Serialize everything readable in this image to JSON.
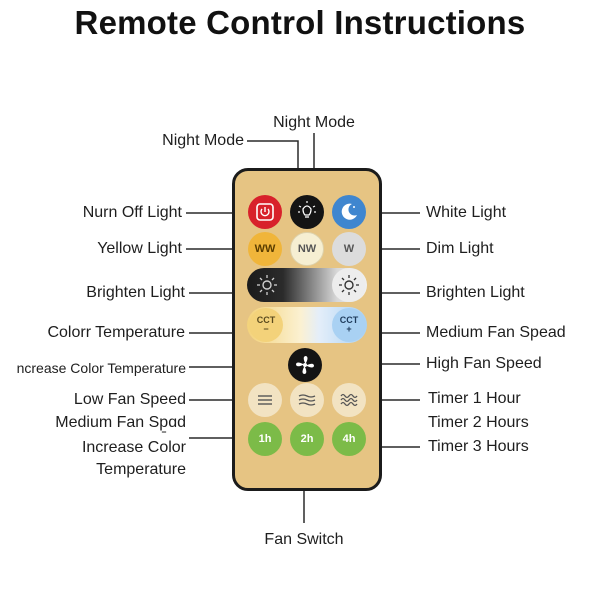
{
  "title": "Remote Control Instructions",
  "labels": {
    "night_mode_top": "Night Mode",
    "night_mode_left": "Night Mode",
    "turn_off": "Nurn Off Light",
    "yellow": "Yellow Light",
    "brighten_left": "Brighten Light",
    "color_temp": "Colorr Temperature",
    "increase_color_temp_left": "ncrease Color Temperature",
    "low_fan": "Low Fan Speed",
    "medium_fan_left": "Medium Fan Sp̱ɑd",
    "increase_color_line1": "Increase Color",
    "increase_color_line2": "Temperature",
    "white": "White Light",
    "dim": "Dim Light",
    "brighten_right": "Brighten Light",
    "medium_fan_right": "Medium Fan Spead",
    "high_fan": "High Fan Speed",
    "timer1": "Timer 1 Hour",
    "timer2": "Timer 2 Hours",
    "timer3": "Timer 3 Hours",
    "fan_switch": "Fan Switch"
  },
  "remote": {
    "buttons": {
      "power": {
        "text": "OFF",
        "icon": "power-icon",
        "color": "#d8212b"
      },
      "night": {
        "icon": "night-lamp-icon",
        "color": "#141414"
      },
      "white": {
        "icon": "moon-icon",
        "color": "#3f86cf"
      },
      "ww": {
        "text": "WW",
        "color": "#f0b53a"
      },
      "nw": {
        "text": "NW",
        "color": "#f6efd2"
      },
      "w": {
        "text": "W",
        "color": "#dcdcdc"
      },
      "bright_dark": {
        "icon": "sun-icon",
        "color": "#1b1b1b"
      },
      "bright_light": {
        "icon": "sun-icon",
        "color": "#ededed"
      },
      "cct_minus": {
        "text": "CCT",
        "sign": "−",
        "color": "#f3d27a"
      },
      "cct_plus": {
        "text": "CCT",
        "sign": "+",
        "color": "#a9d1f3"
      },
      "fan": {
        "icon": "fan-icon",
        "color": "#141414"
      },
      "fan_low": {
        "icon": "fan-low-icon",
        "color": "#f2e3c2"
      },
      "fan_med": {
        "icon": "fan-medium-icon",
        "color": "#f2e3c2"
      },
      "fan_high": {
        "icon": "fan-high-icon",
        "color": "#f2e3c2"
      },
      "t1": {
        "text": "1h",
        "color": "#7cbb48"
      },
      "t2": {
        "text": "2h",
        "color": "#7cbb48"
      },
      "t3": {
        "text": "4h",
        "color": "#7cbb48"
      }
    }
  }
}
